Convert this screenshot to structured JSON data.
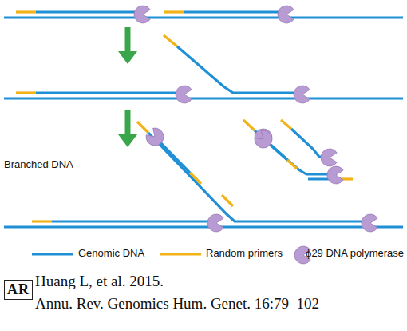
{
  "diagram": {
    "labels": [
      "Branched DNA",
      "Huang L, et al. 2015.",
      "Annu. Rev. Genomics Hum. Genet. 16:79–102",
      "AR"
    ],
    "legend": [
      {
        "text": "Genomic DNA"
      },
      {
        "text": "Random primers"
      },
      {
        "text": "ϕ29 DNA polymerase"
      }
    ]
  }
}
